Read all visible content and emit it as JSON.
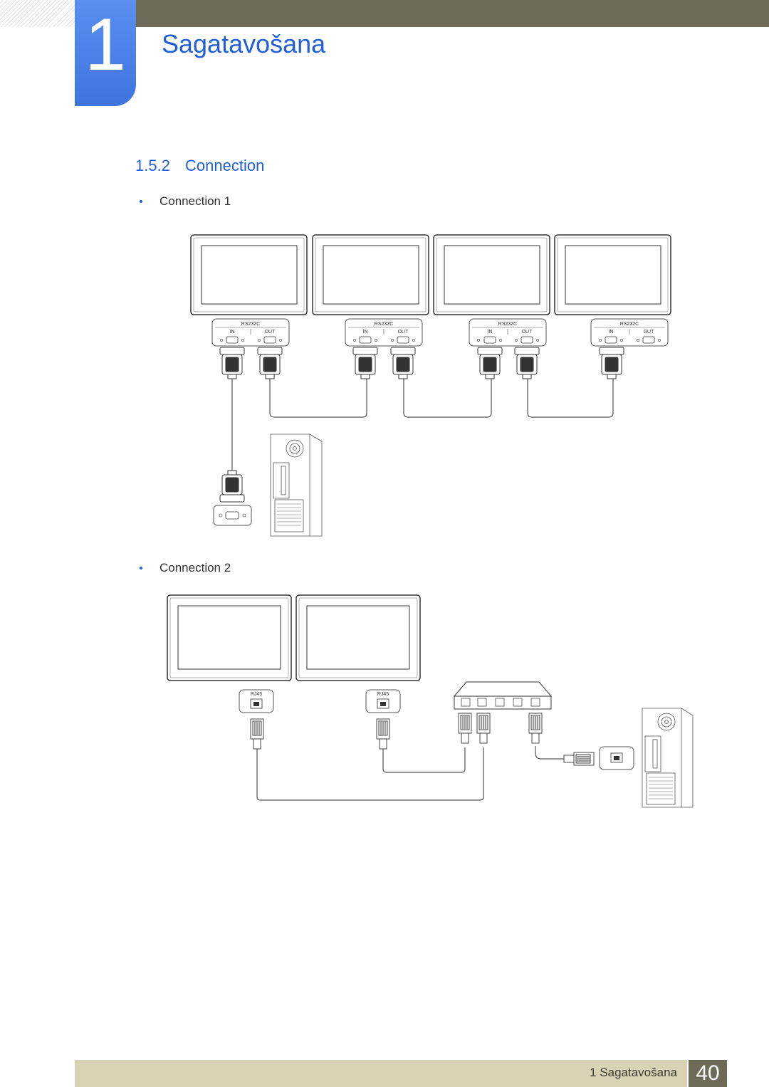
{
  "header": {
    "chapter_number": "1",
    "chapter_title": "Sagatavošana"
  },
  "section": {
    "number": "1.5.2",
    "title": "Connection"
  },
  "connection1": {
    "label": "Connection 1",
    "port_title": "RS232C",
    "in_label": "IN",
    "out_label": "OUT"
  },
  "connection2": {
    "label": "Connection 2",
    "port_title": "RJ45"
  },
  "footer": {
    "chapter_label": "1 Sagatavošana",
    "page_number": "40"
  },
  "colors": {
    "accent": "#1f5fdc",
    "bar": "#6d6b58",
    "footer_bg": "#d9d3b6"
  }
}
